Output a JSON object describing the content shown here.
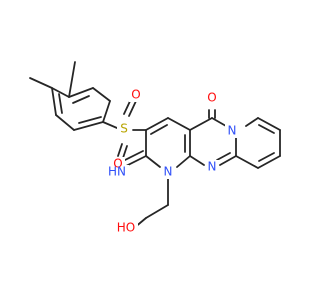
{
  "atoms": {
    "s": {
      "text": "S",
      "element": "S",
      "color": "#ccc81a"
    },
    "o_sulfonyl_top": {
      "text": "O",
      "element": "O",
      "color": "#ff0d0d"
    },
    "o_sulfonyl_bottom": {
      "text": "O",
      "element": "O",
      "color": "#ff0d0d"
    },
    "o_carbonyl": {
      "text": "O",
      "element": "O",
      "color": "#ff0d0d"
    },
    "n_ring_upper": {
      "text": "N",
      "element": "N",
      "color": "#3050f8"
    },
    "n_ring_lower": {
      "text": "N",
      "element": "N",
      "color": "#3050f8"
    },
    "n_ring_middle": {
      "text": "N",
      "element": "N",
      "color": "#3050f8"
    },
    "n_imine": {
      "text": "HN",
      "element": "N",
      "color": "#3050f8"
    },
    "oh": {
      "text": "HO",
      "element": "O",
      "color": "#ff0d0d"
    }
  },
  "colors": {
    "bond": "#262626",
    "background": "#ffffff"
  }
}
